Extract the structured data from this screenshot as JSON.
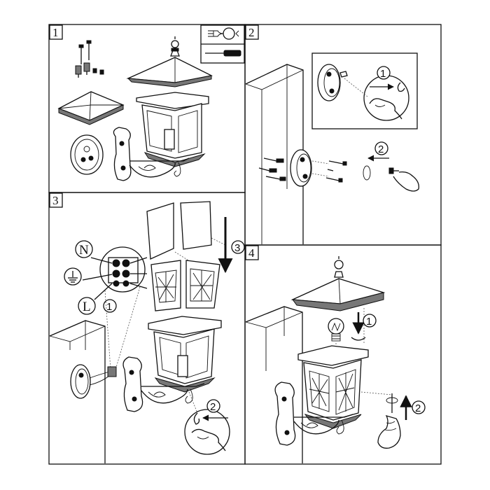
{
  "panels": [
    {
      "step": "1"
    },
    {
      "step": "2"
    },
    {
      "step": "3"
    },
    {
      "step": "4"
    }
  ],
  "callouts": {
    "p2_a": "1",
    "p2_b": "2",
    "p3_a": "1",
    "p3_b": "2",
    "p3_c": "3",
    "p4_a": "1",
    "p4_b": "2"
  },
  "wires": {
    "neutral": "N",
    "live": "L"
  },
  "icons": [
    "bulb-icon",
    "screwdriver-icon",
    "earth-ground-icon",
    "arrow-icon",
    "hand-icon"
  ]
}
